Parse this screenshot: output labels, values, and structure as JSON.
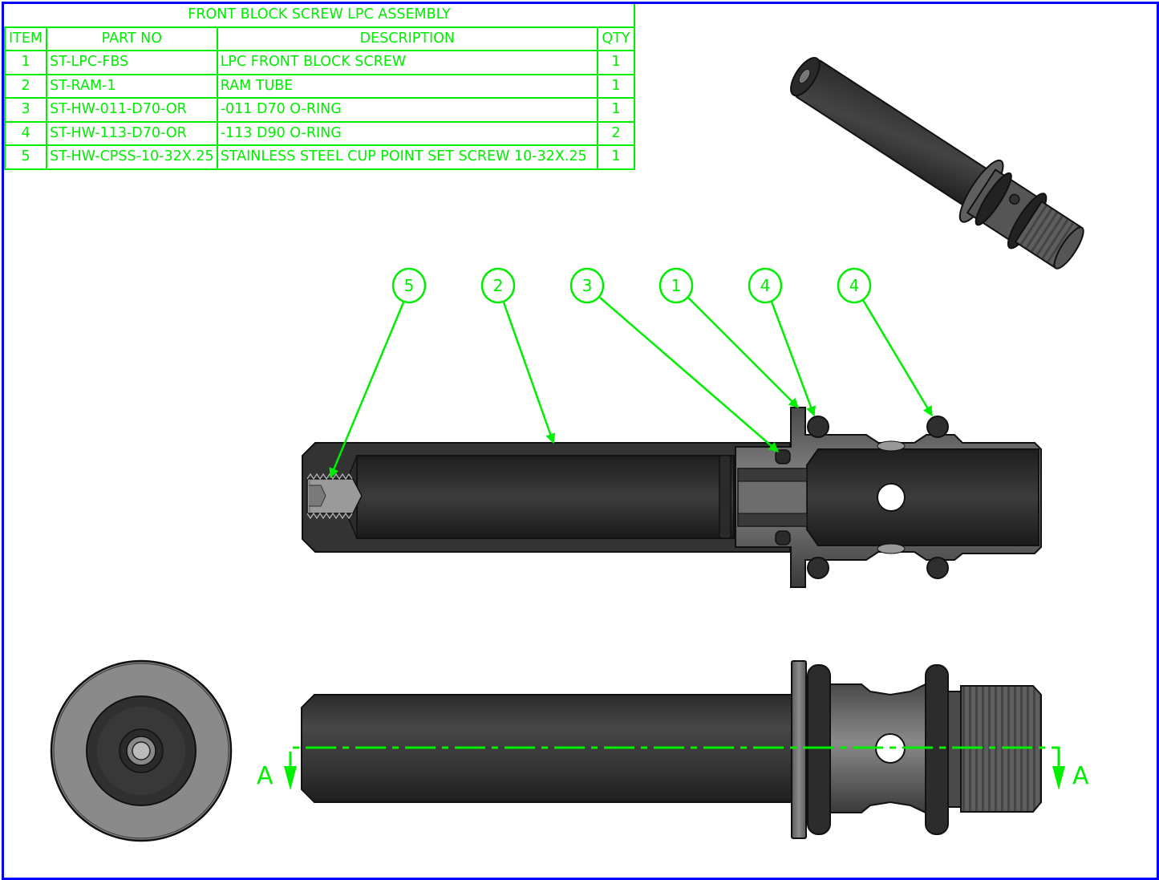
{
  "sheet": {
    "border_color": "#0000ff",
    "annotation_color": "#00ee00"
  },
  "bom": {
    "title": "FRONT BLOCK SCREW LPC ASSEMBLY",
    "headers": {
      "item": "ITEM",
      "part_no": "PART NO",
      "description": "DESCRIPTION",
      "qty": "QTY"
    },
    "rows": [
      {
        "item": "1",
        "part_no": "ST-LPC-FBS",
        "description": "LPC FRONT BLOCK SCREW",
        "qty": "1"
      },
      {
        "item": "2",
        "part_no": "ST-RAM-1",
        "description": "RAM TUBE",
        "qty": "1"
      },
      {
        "item": "3",
        "part_no": "ST-HW-011-D70-OR",
        "description": "-011 D70 O-RING",
        "qty": "1"
      },
      {
        "item": "4",
        "part_no": "ST-HW-113-D70-OR",
        "description": "-113 D90 O-RING",
        "qty": "2"
      },
      {
        "item": "5",
        "part_no": "ST-HW-CPSS-10-32X.25",
        "description": "STAINLESS STEEL CUP POINT SET SCREW 10-32X.25",
        "qty": "1"
      }
    ]
  },
  "balloons": [
    {
      "label": "5",
      "target": "set-screw"
    },
    {
      "label": "2",
      "target": "ram-tube"
    },
    {
      "label": "3",
      "target": "inner-o-ring"
    },
    {
      "label": "1",
      "target": "front-block-screw"
    },
    {
      "label": "4",
      "target": "o-ring-front"
    },
    {
      "label": "4",
      "target": "o-ring-rear"
    }
  ],
  "views": {
    "section_view": "Section A-A",
    "side_view": "Side elevation",
    "end_view": "End view",
    "iso_view": "Isometric view"
  },
  "section_line": {
    "left_label": "A",
    "right_label": "A"
  }
}
